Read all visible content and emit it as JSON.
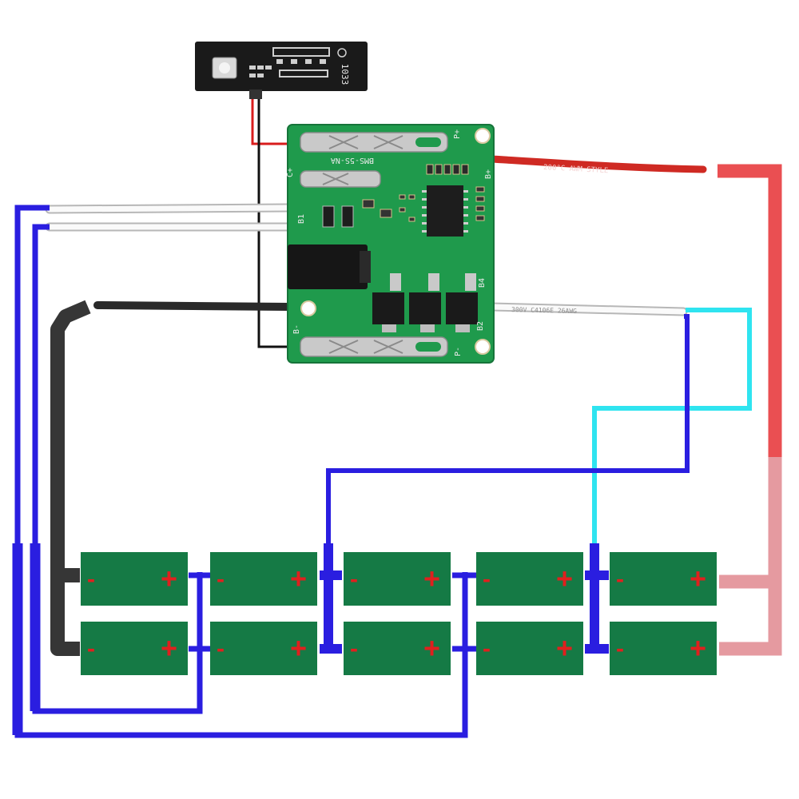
{
  "colors": {
    "background": "#ffffff",
    "cell": "#157a45",
    "cell_sign": "#e0201e",
    "wire_blue": "#2a1ee0",
    "wire_cyan": "#2fe4f0",
    "wire_red": "#ea4f52",
    "wire_red_faded": "#e59aa0",
    "wire_black": "#2e2e2e",
    "board_green": "#1f9a4c",
    "led_board": "#1a1a1a"
  },
  "led_board": {
    "code": "1033"
  },
  "bms_board": {
    "model": "BMS-5S-NA",
    "pad_labels": {
      "c_plus": "C+",
      "p_plus": "P+",
      "b_plus": "B+",
      "b1": "B1",
      "b4": "B4",
      "b2": "B2",
      "b_minus": "B-",
      "p_minus": "P-"
    }
  },
  "wire_print": {
    "red": "200°C AWM STYLE",
    "white": "300V C4106E 26AWG"
  },
  "battery": {
    "rows": 2,
    "cells_per_row": 5,
    "cell_positive": "+",
    "cell_negative": "-"
  }
}
